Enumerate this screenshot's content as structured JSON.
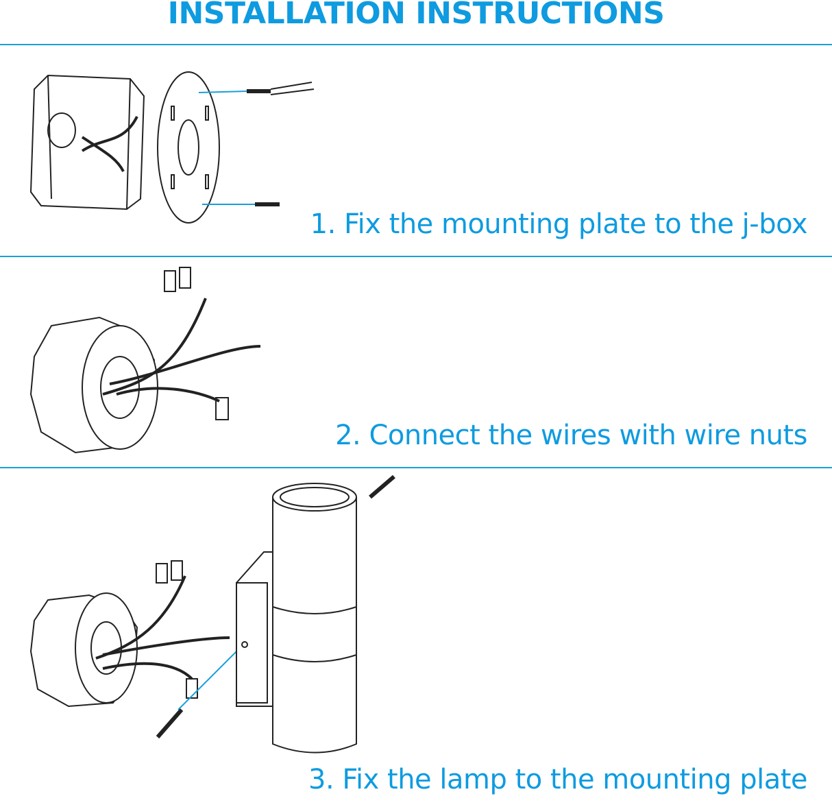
{
  "title": "INSTALLATION INSTRUCTIONS",
  "steps": [
    {
      "label": "1. Fix the mounting plate to the j-box"
    },
    {
      "label": "2. Connect the wires with wire nuts"
    },
    {
      "label": "3. Fix the lamp to the mounting plate"
    }
  ],
  "colors": {
    "accent": "#0e9be0",
    "line": "#1a9fd9",
    "drawing": "#222222"
  }
}
